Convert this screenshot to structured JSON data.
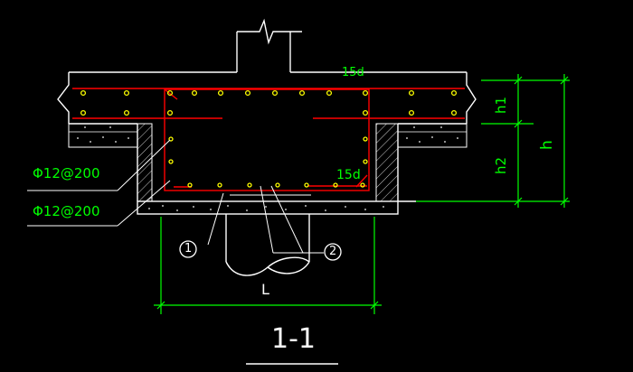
{
  "labels": {
    "anchor_top": "15d",
    "anchor_bottom": "15d",
    "rebar_spec_1": "Φ12@200",
    "rebar_spec_2": "Φ12@200",
    "dim_h1": "h1",
    "dim_h2": "h2",
    "dim_h": "h",
    "dim_L": "L",
    "callout_1": "1",
    "callout_2": "2",
    "section_title": "1-1"
  },
  "colors": {
    "background": "#000000",
    "outline": "#ffffff",
    "rebar": "#ff0000",
    "bar_dot": "#ffff00",
    "dimension": "#00ff00",
    "hatch": "#cccccc"
  }
}
